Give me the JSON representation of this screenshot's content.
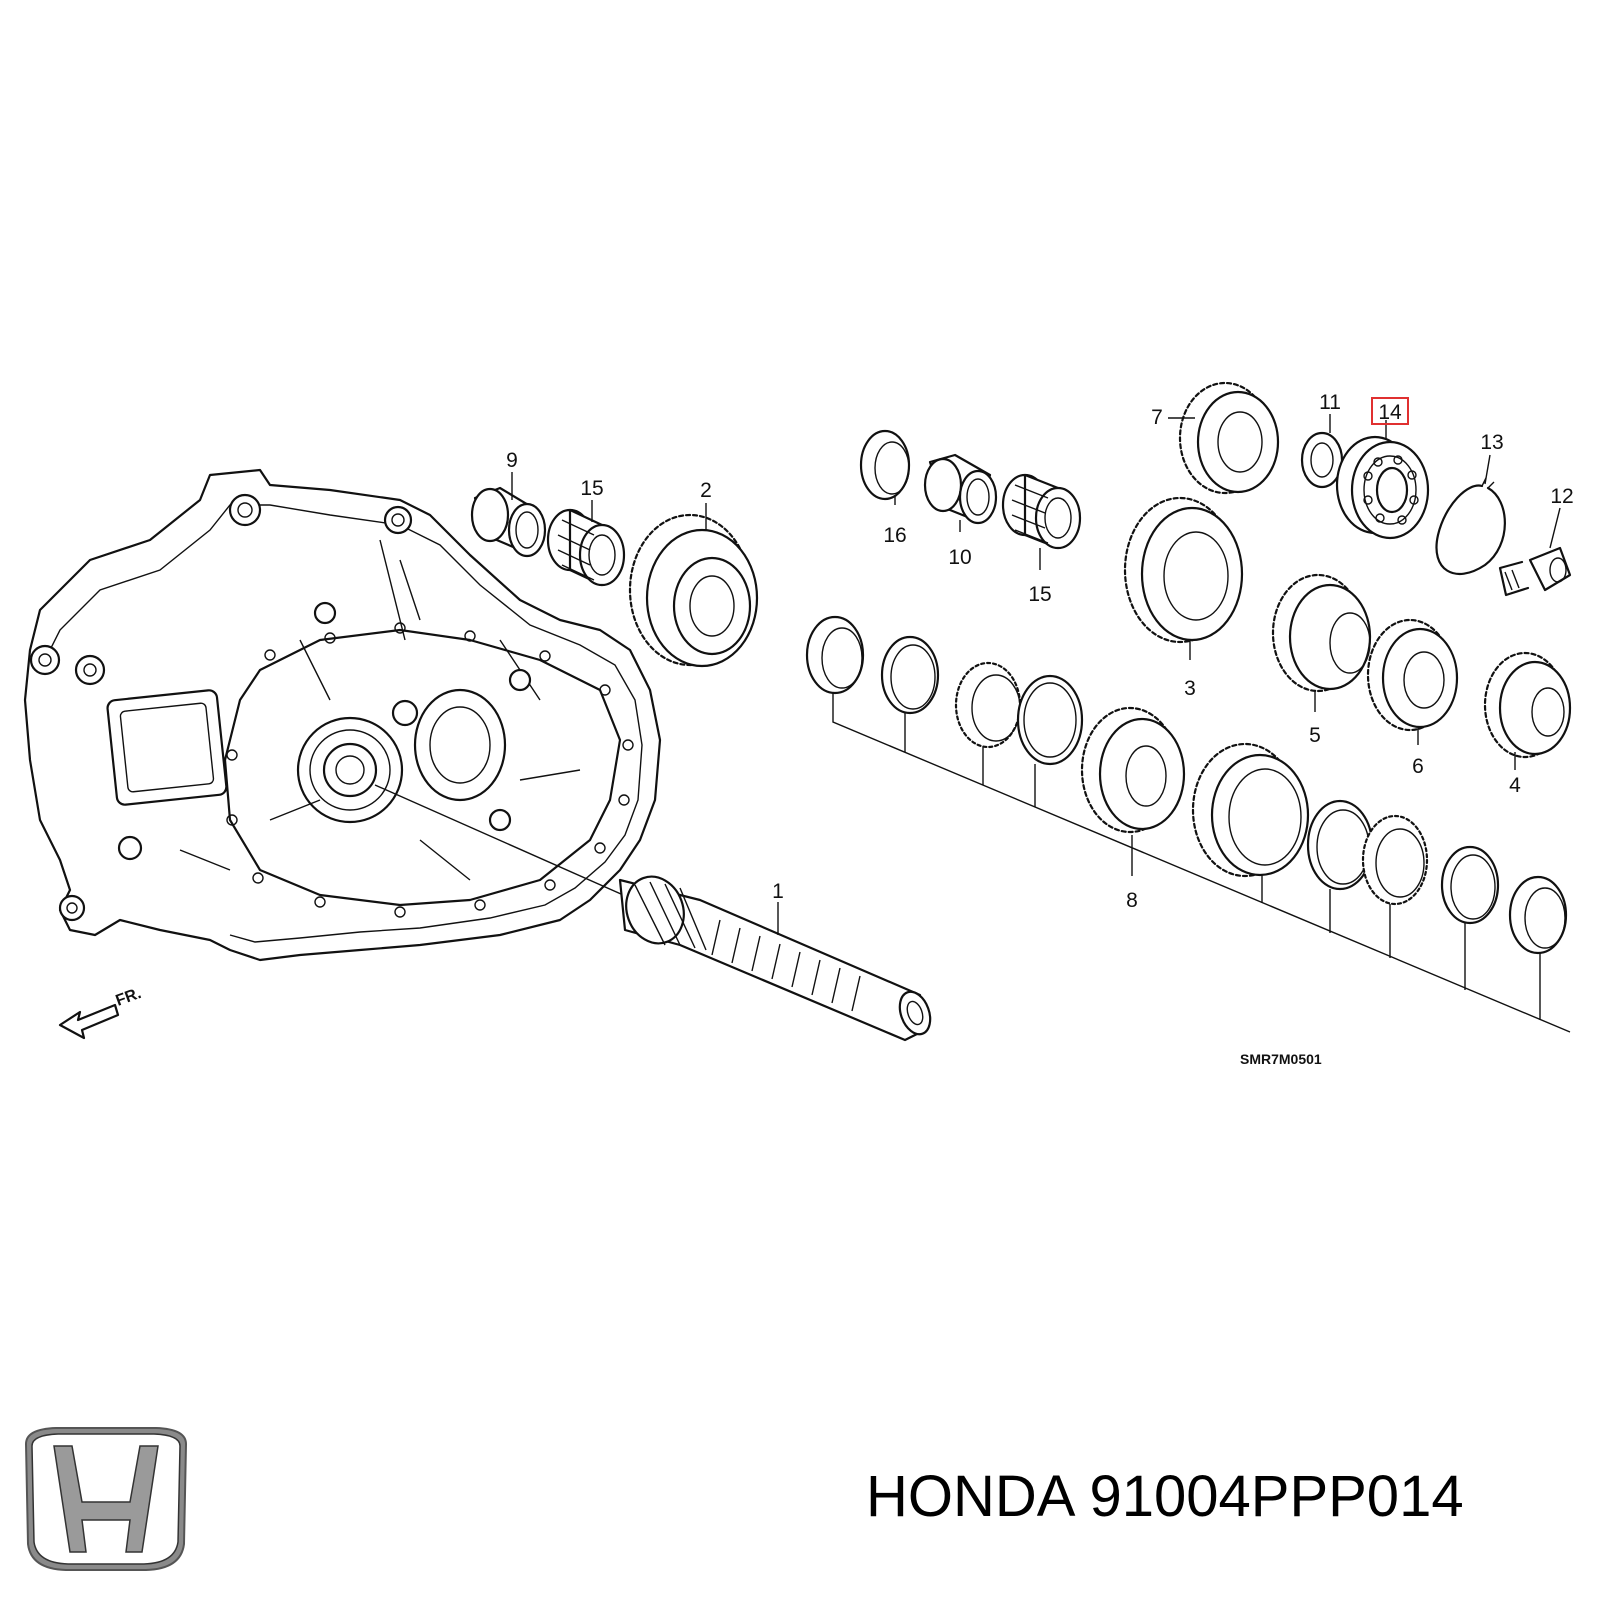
{
  "diagram": {
    "code": "SMR7M0501",
    "direction_label": "FR.",
    "highlight_color": "#e03030",
    "callouts": [
      {
        "id": "c1",
        "label": "1"
      },
      {
        "id": "c2",
        "label": "2"
      },
      {
        "id": "c3",
        "label": "3"
      },
      {
        "id": "c4",
        "label": "4"
      },
      {
        "id": "c5",
        "label": "5"
      },
      {
        "id": "c6",
        "label": "6"
      },
      {
        "id": "c7",
        "label": "7"
      },
      {
        "id": "c8",
        "label": "8"
      },
      {
        "id": "c9",
        "label": "9"
      },
      {
        "id": "c10",
        "label": "10"
      },
      {
        "id": "c11",
        "label": "11"
      },
      {
        "id": "c12",
        "label": "12"
      },
      {
        "id": "c13",
        "label": "13"
      },
      {
        "id": "c14",
        "label": "14",
        "highlighted": true
      },
      {
        "id": "c15a",
        "label": "15"
      },
      {
        "id": "c15b",
        "label": "15"
      },
      {
        "id": "c16",
        "label": "16"
      }
    ]
  },
  "brand": {
    "name": "HONDA",
    "part_number": "91004PPP014",
    "logo_icon": "honda-h-logo-icon"
  }
}
